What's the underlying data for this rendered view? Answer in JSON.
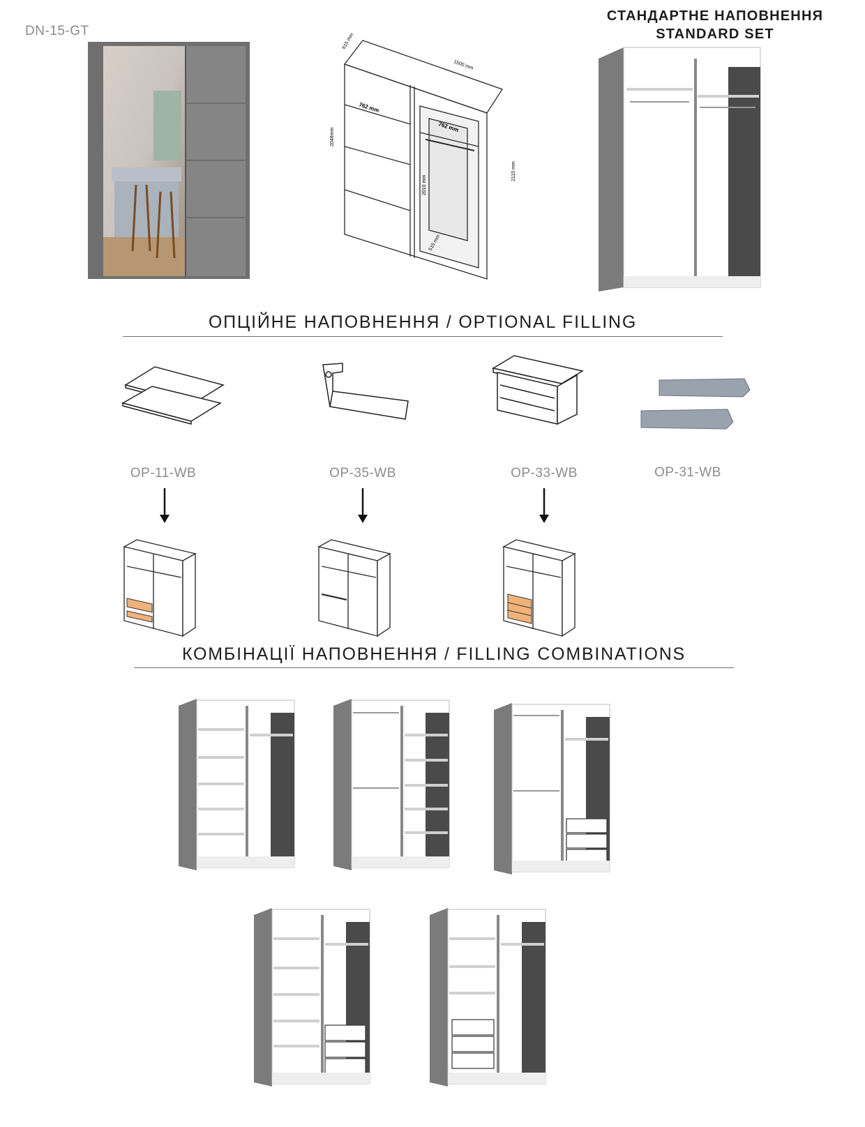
{
  "model_code": "DN-15-GT",
  "standard_set": {
    "title_ua": "СТАНДАРТНЕ НАПОВНЕННЯ",
    "title_en": "STANDARD SET"
  },
  "dimensions": {
    "depth": "615 mm",
    "width": "1500 mm",
    "height_inner": "2048mm",
    "height_total": "2115 mm",
    "shelf_width_left": "762 mm",
    "shelf_width_right": "762 mm",
    "hanging_height": "2010 mm",
    "inner_depth": "515 mm"
  },
  "optional_filling": {
    "title": "ОПЦІЙНЕ НАПОВНЕННЯ / OPTIONAL FILLING",
    "items": [
      {
        "code": "OP-11-WB",
        "icon": "shelves-icon"
      },
      {
        "code": "OP-35-WB",
        "icon": "hanging-rail-icon"
      },
      {
        "code": "OP-33-WB",
        "icon": "drawer-unit-icon"
      },
      {
        "code": "OP-31-WB",
        "icon": "soft-close-mechanism-icon"
      }
    ]
  },
  "filling_combinations": {
    "title": "КОМБІНАЦІЇ НАПОВНЕННЯ / FILLING COMBINATIONS"
  },
  "colors": {
    "body_grey": "#7b7b7b",
    "dark_side": "#4a4a4a",
    "inner_white": "#ffffff",
    "accent_orange": "#f0b27a",
    "text_grey": "#8c8c8c"
  }
}
